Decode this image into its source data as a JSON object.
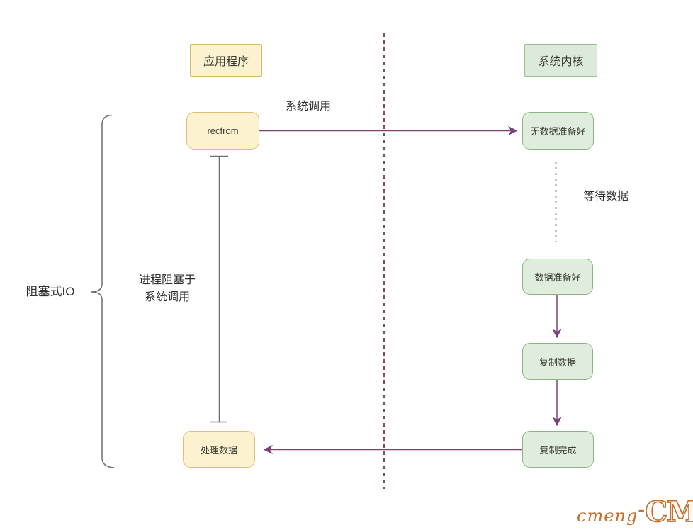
{
  "headers": {
    "app": "应用程序",
    "kernel": "系统内核"
  },
  "nodes": {
    "recfrom": "recfrom",
    "no_data_ready": "无数据准备好",
    "data_ready": "数据准备好",
    "copy_data": "复制数据",
    "copy_done": "复制完成",
    "process_data": "处理数据"
  },
  "edge_labels": {
    "syscall": "系统调用",
    "wait_data": "等待数据",
    "block_line1": "进程阻塞于",
    "block_line2": "系统调用"
  },
  "bracket_label": "阻塞式IO",
  "watermark": {
    "script": "cmeng",
    "dash": "-",
    "caps": "CM"
  },
  "colors": {
    "arrow": "#7d4078",
    "divider": "#7a4a66",
    "wait_line": "#8c928c",
    "block_line": "#6f6f6f",
    "brace": "#6f6f6f",
    "yellow_fill": "#fcf2cf",
    "yellow_border": "#ddc076",
    "green_fill": "#dfeedc",
    "green_border": "#8fb285",
    "watermark": "#c2702f"
  }
}
